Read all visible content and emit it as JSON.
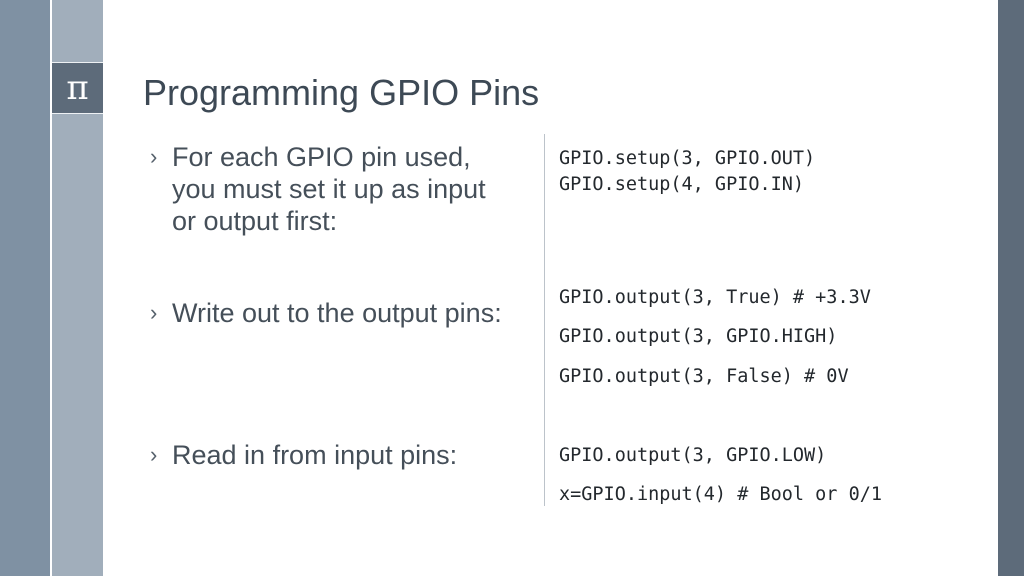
{
  "slide": {
    "title": "Programming GPIO Pins",
    "logo_symbol": "π",
    "bullet_marker": "›",
    "bullets": [
      {
        "text": "For each GPIO pin used,\nyou must set it up as input\nor output first:"
      },
      {
        "text": "Write out to the output pins:"
      },
      {
        "text": "Read in from input pins:"
      }
    ],
    "code": [
      "GPIO.setup(3, GPIO.OUT)",
      "GPIO.setup(4, GPIO.IN)",
      "GPIO.output(3, True) # +3.3V",
      "GPIO.output(3, GPIO.HIGH)",
      "GPIO.output(3, False) # 0V",
      "GPIO.output(3, GPIO.LOW)",
      "x=GPIO.input(4) # Bool or 0/1"
    ]
  },
  "colors": {
    "bar_left_outer": "#7f91a3",
    "bar_left_inner": "#a1aebb",
    "bar_right": "#5d6b7a",
    "logo_box": "#5d6b7a",
    "title_text": "#3d4955"
  }
}
